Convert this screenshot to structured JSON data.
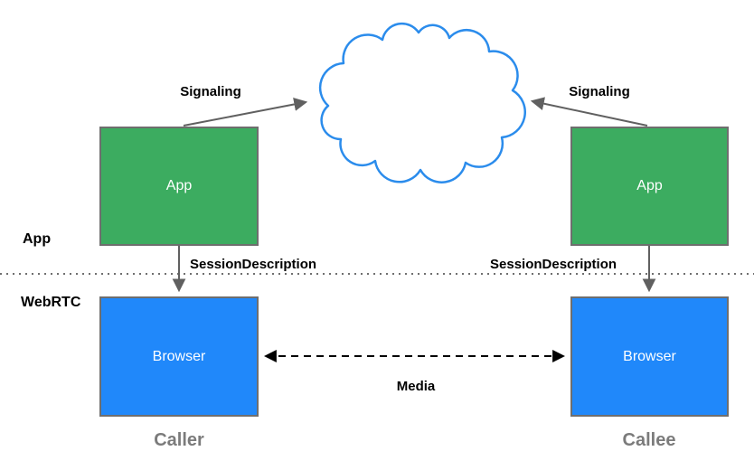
{
  "diagram": {
    "title_hint": "WebRTC JSEP signaling diagram",
    "cloud": {
      "name": "signaling-network-cloud"
    },
    "layers": {
      "app_label": "App",
      "webrtc_label": "WebRTC"
    },
    "nodes": {
      "caller_app": "App",
      "callee_app": "App",
      "caller_browser": "Browser",
      "callee_browser": "Browser"
    },
    "edges": {
      "signaling_left": "Signaling",
      "signaling_right": "Signaling",
      "session_description_left": "SessionDescription",
      "session_description_right": "SessionDescription",
      "media": "Media"
    },
    "roles": {
      "caller": "Caller",
      "callee": "Callee"
    }
  },
  "colors": {
    "app_fill": "#3cac60",
    "browser_fill": "#2088fa",
    "cloud_stroke": "#2b8cec",
    "box_border": "#6e6e6e",
    "arrow_gray": "#606060",
    "media_black": "#000000",
    "divider_gray": "#6f6f6f",
    "role_gray": "#7b7b7b"
  }
}
